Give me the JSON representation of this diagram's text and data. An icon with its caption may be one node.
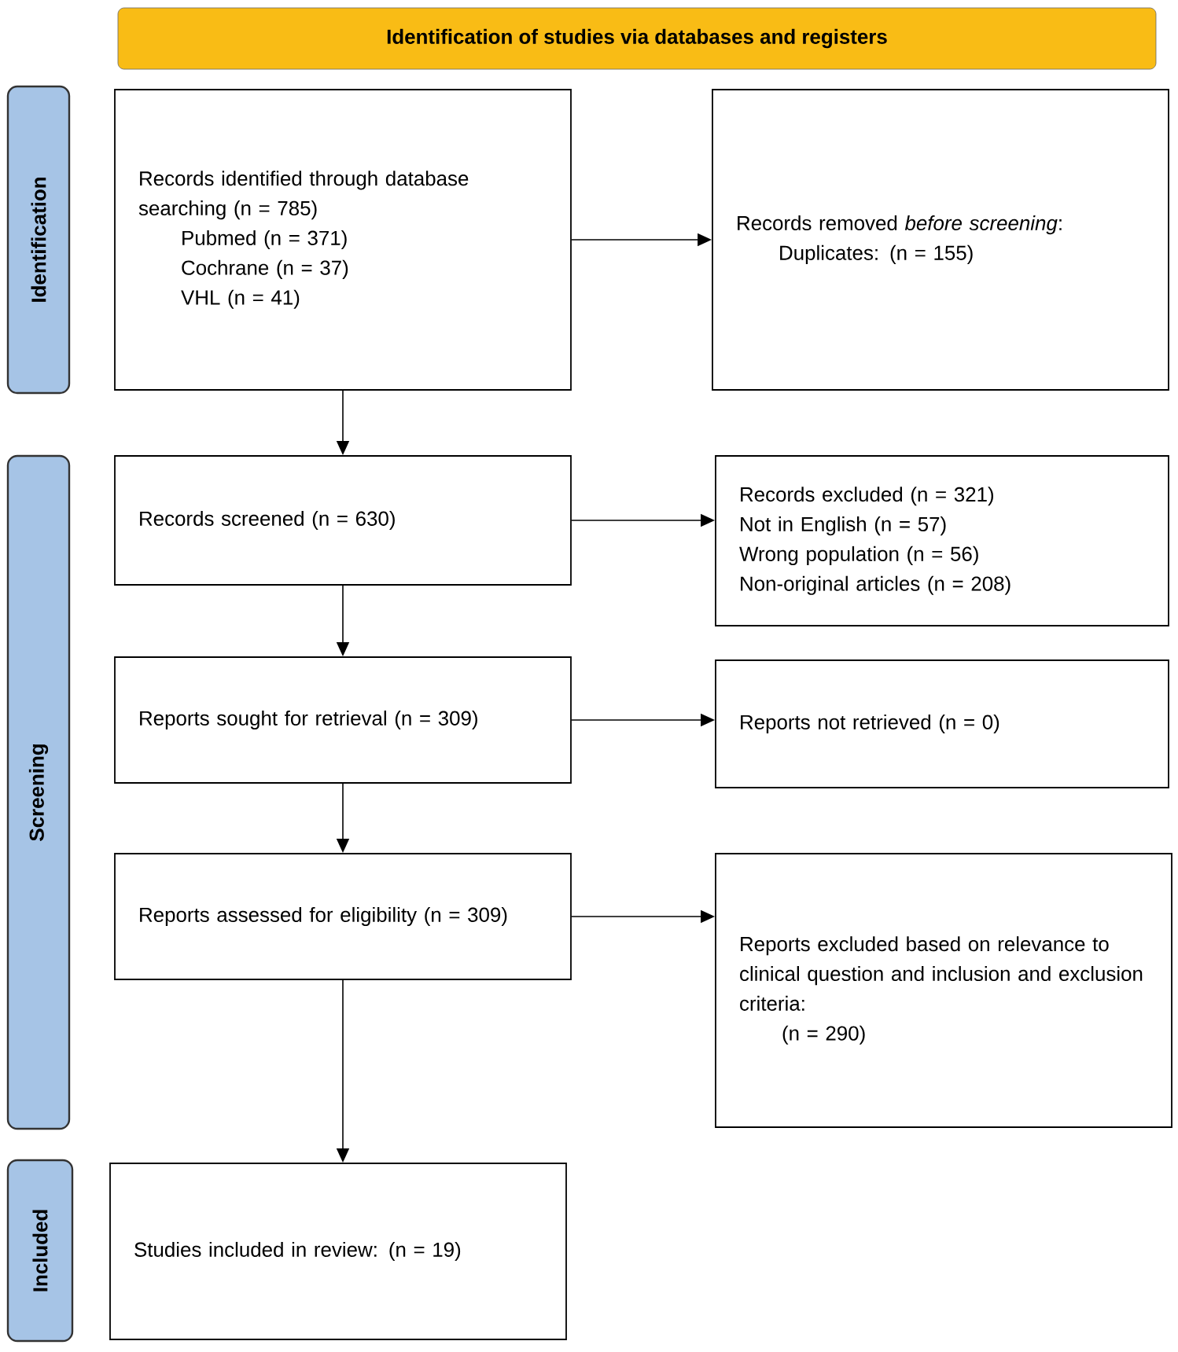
{
  "diagram": {
    "nodes": [
      {
        "text": [
          "Identification of studies via databases and registers"
        ]
      },
      {
        "text": [
          "Identification"
        ]
      },
      {
        "text": [
          "Records identified through database searching (n = 785)",
          "Pubmed (n = 371)",
          "Cochrane (n = 37)",
          "VHL (n = 41)"
        ]
      },
      {
        "text": [
          "Records removed *before screening*:",
          "Duplicates: (n = 155)"
        ]
      },
      {
        "text": [
          "Screening"
        ]
      },
      {
        "text": [
          "Records screened (n = 630)"
        ]
      },
      {
        "text": [
          "Records excluded (n = 321)",
          "Not in English (n = 57)",
          "Wrong population (n = 56)",
          "Non-original articles (n = 208)"
        ]
      },
      {
        "text": [
          "Reports sought for retrieval (n = 309)"
        ]
      },
      {
        "text": [
          "Reports not retrieved (n = 0)"
        ]
      },
      {
        "text": [
          "Reports assessed for eligibility (n = 309)"
        ]
      },
      {
        "text": [
          "Reports excluded based on relevance to clinical question and inclusion and exclusion criteria:",
          "(n = 290)"
        ]
      },
      {
        "text": [
          "Included"
        ]
      },
      {
        "text": [
          "Studies included in review: (n = 19)"
        ]
      }
    ],
    "edges": [
      {
        "from": 2,
        "to": 3,
        "arrow": "to"
      },
      {
        "from": 2,
        "to": 5,
        "arrow": "to"
      },
      {
        "from": 5,
        "to": 6,
        "arrow": "to"
      },
      {
        "from": 5,
        "to": 7,
        "arrow": "to"
      },
      {
        "from": 7,
        "to": 8,
        "arrow": "to"
      },
      {
        "from": 7,
        "to": 9,
        "arrow": "to"
      },
      {
        "from": 9,
        "to": 10,
        "arrow": "to"
      },
      {
        "from": 9,
        "to": 12,
        "arrow": "to"
      }
    ]
  }
}
